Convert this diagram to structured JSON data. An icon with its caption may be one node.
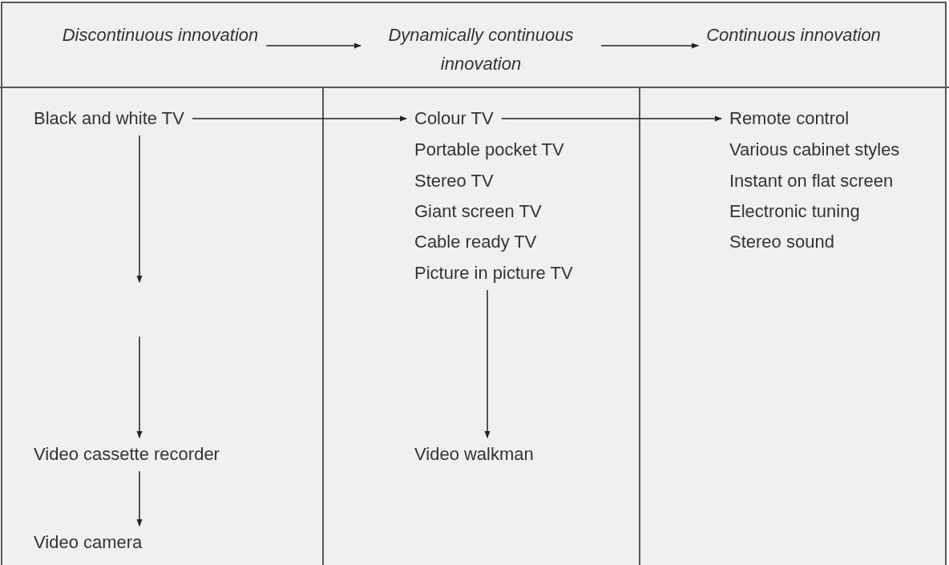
{
  "diagram": {
    "nodes": [
      {
        "text": [
          "Discontinuous innovation"
        ]
      },
      {
        "text": [
          "Dynamically continuous innovation"
        ]
      },
      {
        "text": [
          "Continuous innovation"
        ]
      },
      {
        "text": [
          "Black and white TV"
        ]
      },
      {
        "text": [
          "Video cassette recorder"
        ]
      },
      {
        "text": [
          "Video camera"
        ]
      },
      {
        "text": [
          "Colour TV"
        ]
      },
      {
        "text": [
          "Portable pocket TV"
        ]
      },
      {
        "text": [
          "Stereo TV"
        ]
      },
      {
        "text": [
          "Giant screen TV"
        ]
      },
      {
        "text": [
          "Cable ready TV"
        ]
      },
      {
        "text": [
          "Picture in picture TV"
        ]
      },
      {
        "text": [
          "Video walkman"
        ]
      },
      {
        "text": [
          "Remote control"
        ]
      },
      {
        "text": [
          "Various cabinet styles"
        ]
      },
      {
        "text": [
          "Instant on flat screen"
        ]
      },
      {
        "text": [
          "Electronic tuning"
        ]
      },
      {
        "text": [
          "Stereo sound"
        ]
      }
    ],
    "edges": [
      {
        "from": 0,
        "to": 1,
        "arrow": "to"
      },
      {
        "from": 1,
        "to": 2,
        "arrow": "to"
      },
      {
        "from": 3,
        "to": 6,
        "arrow": "to"
      },
      {
        "from": 6,
        "to": 13,
        "arrow": "to"
      },
      {
        "from": 3,
        "to": null,
        "arrow": "to"
      },
      {
        "from": null,
        "to": 4,
        "arrow": "to"
      },
      {
        "from": 4,
        "to": 5,
        "arrow": "to"
      },
      {
        "from": 11,
        "to": 12,
        "arrow": "to"
      }
    ]
  }
}
